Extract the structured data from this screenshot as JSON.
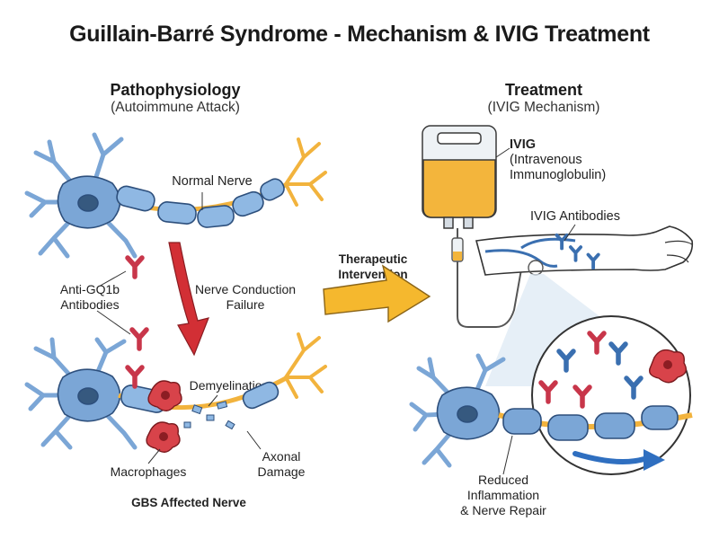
{
  "title": "Guillain-Barré Syndrome - Mechanism & IVIG Treatment",
  "left": {
    "heading": "Pathophysiology",
    "subheading": "(Autoimmune Attack)",
    "normal_nerve": "Normal Nerve",
    "antibodies": [
      "Anti-GQ1b",
      "Antibodies"
    ],
    "conduction": [
      "Nerve Conduction",
      "Failure"
    ],
    "demyelination": "Demyelination",
    "macrophages": "Macrophages",
    "axonal": [
      "Axonal",
      "Damage"
    ],
    "affected": "GBS Affected Nerve"
  },
  "center": {
    "intervention": [
      "Therapeutic",
      "Intervention"
    ]
  },
  "right": {
    "heading": "Treatment",
    "subheading": "(IVIG Mechanism)",
    "ivig": "IVIG",
    "ivig_full": [
      "(Intravenous",
      "Immunoglobulin)"
    ],
    "ivig_antibodies": "IVIG Antibodies",
    "outcome": [
      "Reduced",
      "Inflammation",
      "& Nerve Repair"
    ]
  },
  "colors": {
    "neuron": "#7ba6d6",
    "neuron_stroke": "#2d4f7c",
    "axon": "#f2b33d",
    "antibody_red": "#c8364a",
    "antibody_blue": "#3a6fb0",
    "macrophage": "#d8434a",
    "arrow_red": "#d22f35",
    "arrow_yellow": "#f5b82e",
    "arrow_blue": "#2f6fc0"
  }
}
